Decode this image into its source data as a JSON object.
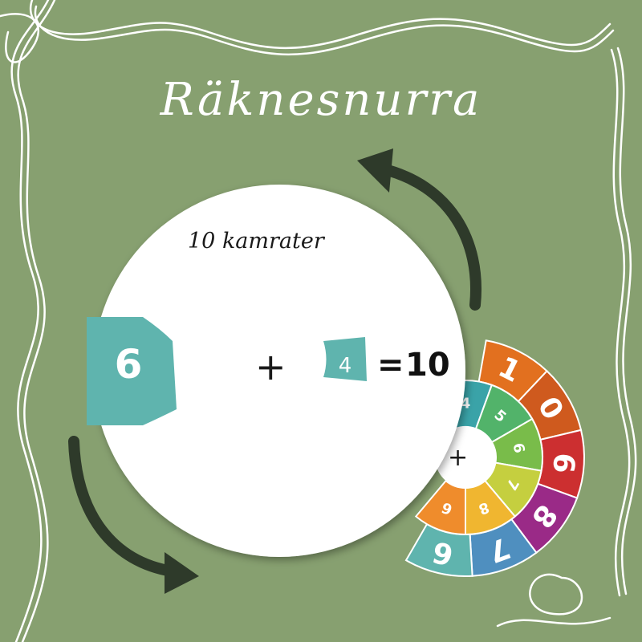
{
  "title": "Räknesnurra",
  "subtitle": "10 kamrater",
  "equation": {
    "left_value": "6",
    "operator": "+",
    "right_value": "4",
    "equals": "=",
    "result": "10"
  },
  "outer_wheel": [
    {
      "label": "1",
      "color": "#e2701f"
    },
    {
      "label": "0",
      "color": "#cf5a1e"
    },
    {
      "label": "6",
      "color": "#cc2f30"
    },
    {
      "label": "8",
      "color": "#9a2a87"
    },
    {
      "label": "7",
      "color": "#4f8fbf"
    },
    {
      "label": "6",
      "color": "#5fb4ae"
    }
  ],
  "inner_wheel": [
    {
      "label": "4",
      "color": "#3aa3a8"
    },
    {
      "label": "5",
      "color": "#52b36a"
    },
    {
      "label": "6",
      "color": "#79bc4a"
    },
    {
      "label": "7",
      "color": "#c5cf3f"
    },
    {
      "label": "8",
      "color": "#f0b630"
    },
    {
      "label": "6",
      "color": "#ef8c2c"
    }
  ],
  "colors": {
    "background": "#87a070",
    "window_teal": "#5fb4ae",
    "arrow": "#2e3a2a",
    "disc": "#ffffff"
  }
}
